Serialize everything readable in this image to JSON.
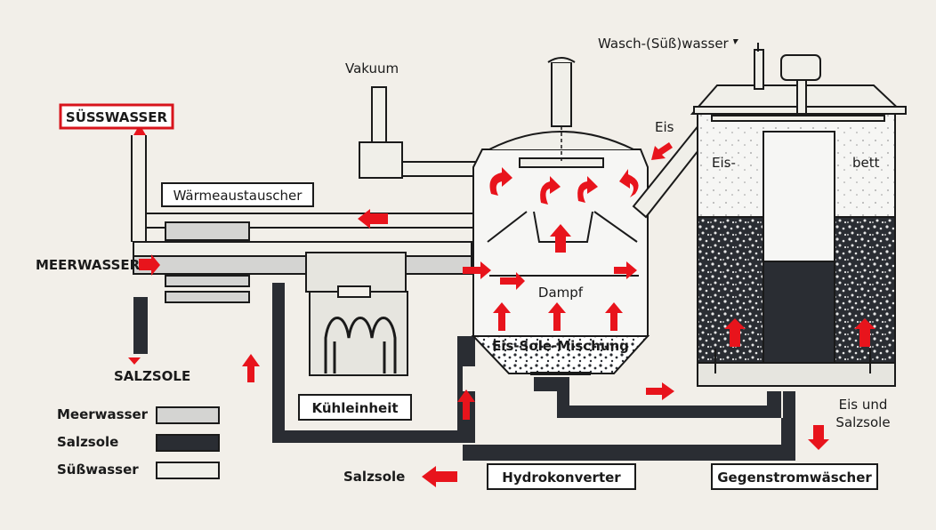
{
  "labels": {
    "suesswasser": "SÜSSWASSER",
    "vakuum": "Vakuum",
    "waschwasser": "Wasch-(Süß)wasser",
    "waermeaustauscher": "Wärmeaustauscher",
    "meerwasser_in": "MEERWASSER",
    "salzsole_out": "SALZSOLE",
    "eis": "Eis",
    "eis_bett_left": "Eis-",
    "eis_bett_right": "bett",
    "dampf": "Dampf",
    "eis_sole_mischung": "Eis-Sole-Mischung",
    "kuehleinheit": "Kühleinheit",
    "eis_und": "Eis und",
    "salzsole_small": "Salzsole",
    "salzsole_bottom": "Salzsole",
    "hydrokonverter": "Hydrokonverter",
    "gegenstromwaescher": "Gegenstromwäscher"
  },
  "legend": [
    {
      "label": "Meerwasser",
      "swatch": "#d4d4d2"
    },
    {
      "label": "Salzsole",
      "swatch": "#2a2d33"
    },
    {
      "label": "Süßwasser",
      "swatch": "#f0efe9"
    }
  ],
  "colors": {
    "background": "#f2efe9",
    "flow_arrow": "#e8141c",
    "brine": "#2a2d33",
    "seawater": "#d4d4d2",
    "outline": "#1a1a1a",
    "highlight_box": "#d8141c"
  }
}
